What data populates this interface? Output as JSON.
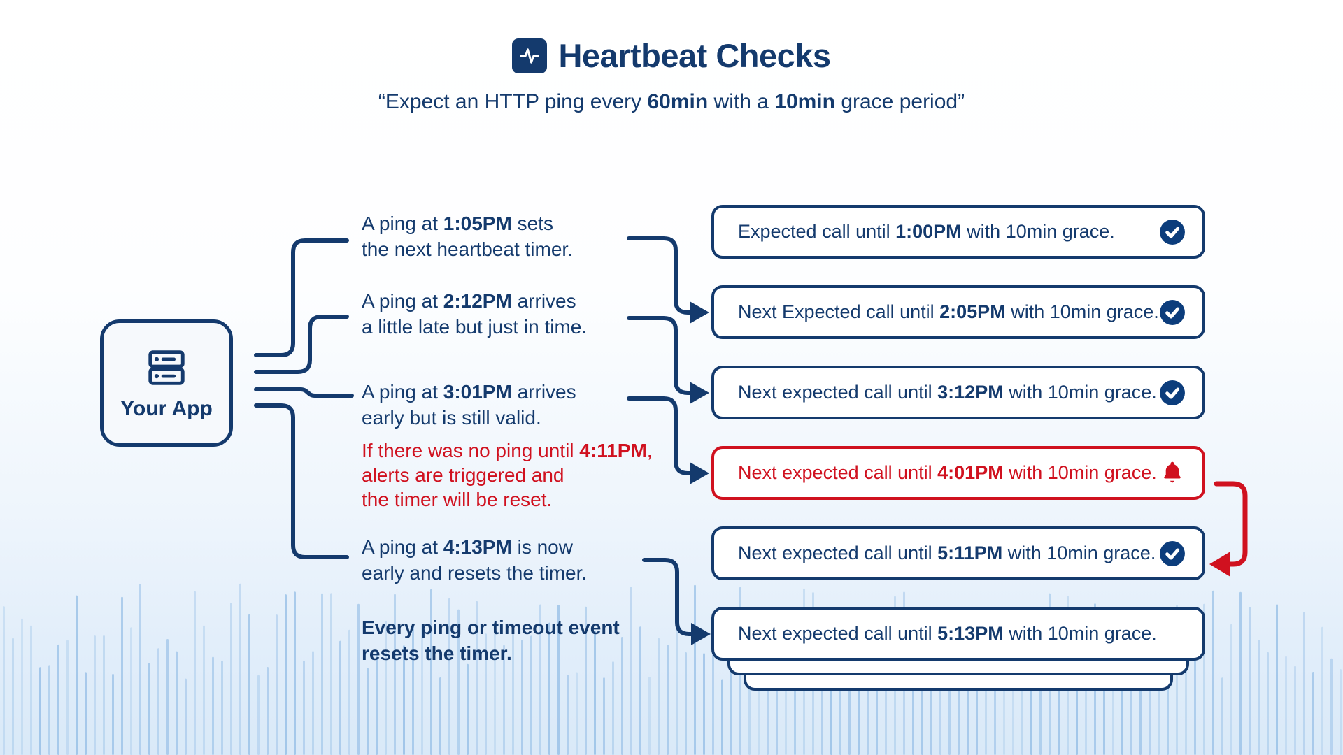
{
  "colors": {
    "navy": "#143a6d",
    "red": "#d0111f",
    "check_fill": "#0c3d7c",
    "bar_blue": "#7fb0e0"
  },
  "header": {
    "icon": "activity-icon",
    "title": "Heartbeat Checks",
    "subtitle_segments": [
      {
        "t": "“Expect an HTTP ping every "
      },
      {
        "t": "60min",
        "b": true
      },
      {
        "t": " with a "
      },
      {
        "t": "10min",
        "b": true
      },
      {
        "t": " grace period”"
      }
    ]
  },
  "app_node": {
    "icon": "server-icon",
    "label": "Your App"
  },
  "left_notes": [
    {
      "tone": "navy",
      "lines": [
        [
          {
            "t": "A ping at "
          },
          {
            "t": "1:05PM",
            "b": true
          },
          {
            "t": " sets"
          }
        ],
        [
          {
            "t": "the next heartbeat timer."
          }
        ]
      ]
    },
    {
      "tone": "navy",
      "lines": [
        [
          {
            "t": "A ping at "
          },
          {
            "t": "2:12PM",
            "b": true
          },
          {
            "t": " arrives"
          }
        ],
        [
          {
            "t": "a little late but just in time."
          }
        ]
      ]
    },
    {
      "tone": "navy",
      "lines": [
        [
          {
            "t": "A ping at "
          },
          {
            "t": "3:01PM",
            "b": true
          },
          {
            "t": " arrives"
          }
        ],
        [
          {
            "t": "early but is still valid."
          }
        ]
      ]
    },
    {
      "tone": "red",
      "lines": [
        [
          {
            "t": "If there was no ping until "
          },
          {
            "t": "4:11PM",
            "b": true
          },
          {
            "t": ","
          }
        ],
        [
          {
            "t": "alerts are triggered and"
          }
        ],
        [
          {
            "t": "the timer will be reset."
          }
        ]
      ]
    },
    {
      "tone": "navy",
      "lines": [
        [
          {
            "t": "A ping at "
          },
          {
            "t": "4:13PM",
            "b": true
          },
          {
            "t": " is now"
          }
        ],
        [
          {
            "t": "early and resets the timer."
          }
        ]
      ]
    },
    {
      "tone": "navy",
      "bold_all": true,
      "lines": [
        [
          {
            "t": "Every ping or timeout event",
            "b": true
          }
        ],
        [
          {
            "t": "resets the timer.",
            "b": true
          }
        ]
      ]
    }
  ],
  "status_boxes": [
    {
      "tone": "navy",
      "icon": "check-circle-icon",
      "segments": [
        {
          "t": "Expected call until "
        },
        {
          "t": "1:00PM",
          "b": true
        },
        {
          "t": " with 10min grace."
        }
      ]
    },
    {
      "tone": "navy",
      "icon": "check-circle-icon",
      "segments": [
        {
          "t": "Next Expected call until "
        },
        {
          "t": "2:05PM",
          "b": true
        },
        {
          "t": " with 10min grace."
        }
      ]
    },
    {
      "tone": "navy",
      "icon": "check-circle-icon",
      "segments": [
        {
          "t": "Next expected call until "
        },
        {
          "t": "3:12PM",
          "b": true
        },
        {
          "t": " with 10min grace."
        }
      ]
    },
    {
      "tone": "red",
      "icon": "bell-icon",
      "segments": [
        {
          "t": "Next expected call until "
        },
        {
          "t": "4:01PM",
          "b": true
        },
        {
          "t": " with 10min grace."
        }
      ]
    },
    {
      "tone": "navy",
      "icon": "check-circle-icon",
      "segments": [
        {
          "t": "Next expected call until "
        },
        {
          "t": "5:11PM",
          "b": true
        },
        {
          "t": " with 10min grace."
        }
      ]
    },
    {
      "tone": "navy",
      "icon": "none",
      "segments": [
        {
          "t": "Next expected call until "
        },
        {
          "t": "5:13PM",
          "b": true
        },
        {
          "t": " with 10min grace."
        }
      ]
    }
  ]
}
